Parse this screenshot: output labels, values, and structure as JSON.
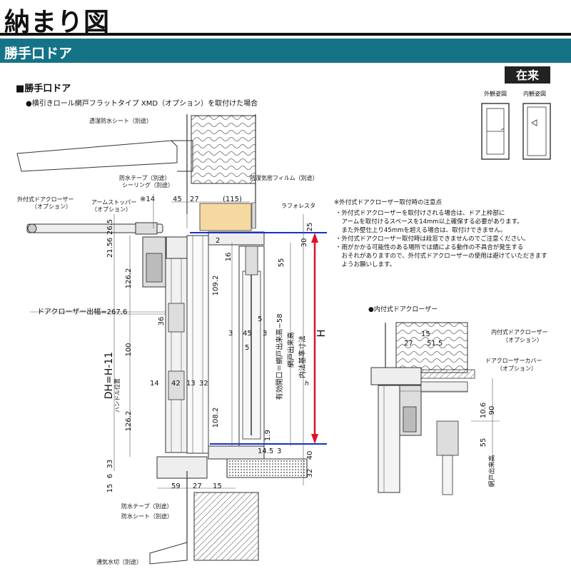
{
  "page_title": "納まり図",
  "section_banner": "勝手口ドア",
  "heading": "■勝手口ドア",
  "subheading": "●横引きロール網戸フラットタイプ XMD（オプション）を取付けた場合",
  "badge": "在来",
  "view_exterior": "外観姿図",
  "view_interior": "内観姿図",
  "notes": {
    "title": "※外付式ドアクローザー取付時の注意点",
    "lines": [
      "・外付式ドアクローザーを取付けされる場合は、ドア上枠部に",
      "　アームを取付けるスペースを14mm以上確保する必要があります。",
      "　また外壁仕上り45mmを超える場合は、取付けできません。",
      "・外付式ドアクローザー取付時は段窓できませんのでご注意ください。",
      "・雨がかかる可能性のある場所では錆による動作の不具合が発生する",
      "　おそれがありますので、外付式ドアクローザーの使用は避けていただきます",
      "　ようお願いします。"
    ]
  },
  "labels": {
    "tohosui_sheet": "透湿防水シート（別途）",
    "bosui_tape_top": "防水テープ（別途）",
    "sealing": "シーリング（別途）",
    "bokisomitsu": "防湿気密フィルム（別途）",
    "lafolesta": "ラフォレスタ",
    "ext_closer": "外付式ドアクローザー",
    "ext_closer_opt": "（オプション）",
    "arm_stopper": "アームストッパー",
    "arm_stopper_opt": "（オプション）",
    "door_closer_projection": "ドアクローザー出幅=267.6",
    "dh": "DH=H-11",
    "handle_position": "ハンドル位置",
    "effective_opening": "有効開口＝網戸出来高−58",
    "screen_height": "網戸出来高",
    "internal_standard": "内法基準寸法",
    "h_symbol": "H",
    "h_italic": "h",
    "bosui_tape_bottom": "防水テープ（別途）",
    "bosui_sheet_bottom": "防水シート（別途）",
    "kikiri": "通気水切（別途）",
    "int_closer_heading": "●内付式ドアクローザー",
    "int_closer": "内付式ドアクローザー",
    "int_closer_opt": "（オプション）",
    "closer_cover": "ドアクローザーカバー",
    "closer_cover_opt": "（オプション）",
    "screen_height_small": "網戸出来高"
  },
  "dimensions": {
    "d14": "※14",
    "d45": "45",
    "d27": "27",
    "d115": "(115)",
    "d25": "25",
    "d26_5": "26.5",
    "d21_5": "21.5",
    "d6": "6",
    "d2": "2",
    "d30": "30",
    "d16": "16",
    "d55": "55",
    "d126_2a": "126.2",
    "d109_2": "109.2",
    "d3a": "3",
    "d45b": "45",
    "d3b": "3",
    "d5": "5",
    "d36": "36",
    "d100": "100",
    "d14b": "14",
    "d42": "42",
    "d13": "13",
    "d32a": "32",
    "d126_2b": "126.2",
    "d108_2": "108.2",
    "d1_9": "1.9",
    "d33": "33",
    "d14_5": "14.5",
    "d3c": "3",
    "d40": "40",
    "d6b": "6",
    "d15": "15",
    "d59": "59",
    "d27b": "27",
    "d15b": "15",
    "d32b": "32",
    "i15": "15",
    "i27": "27",
    "i51_5": "51.5",
    "i10_6": "10.6",
    "i90": "90",
    "i55": "55"
  },
  "colors": {
    "banner": "#157388",
    "dimension_red": "#e0102a",
    "level_blue": "#1a2fc8",
    "insulation_fill": "#f6d9a1"
  }
}
